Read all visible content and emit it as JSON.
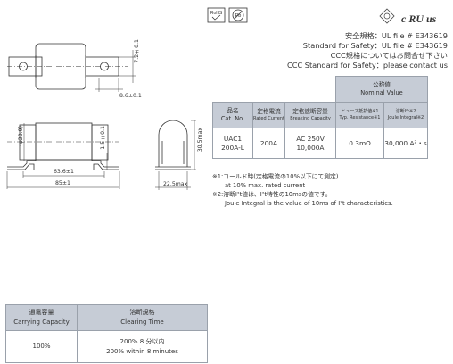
{
  "certifications": {
    "rohs_label": "RoHS",
    "pb_label": "Pb",
    "ul_label": "c RU us"
  },
  "standards": {
    "line1": "安全規格：UL file # E343619",
    "line2": "Standard for Safety：UL file # E343619",
    "line3": "CCC規格についてはお問合せ下さい",
    "line4": "CCC Standard for Safety：please contact us"
  },
  "dimensions": {
    "d_72": "7.2±0.1",
    "d_86": "8.6±0.1",
    "d_phi": "(φ20.9)",
    "d_15": "1.5±0.1",
    "d_636": "63.6±1",
    "d_85": "85±1",
    "d_305": "30.5max",
    "d_225": "22.5max"
  },
  "spec_table": {
    "nominal_jp": "公称値",
    "nominal_en": "Nominal Value",
    "headers": [
      {
        "jp": "品名",
        "en": "Cat. No."
      },
      {
        "jp": "定格電流",
        "en": "Rated Current"
      },
      {
        "jp": "定格遮断容量",
        "en": "Breaking Capacity"
      },
      {
        "jp": "ヒューズ抵抗値※1",
        "en": "Typ. Resistance※1"
      },
      {
        "jp": "溶断I²t※2",
        "en": "Joule Integral※2"
      }
    ],
    "row": {
      "cat_no": "UAC1 200A-L",
      "rated_current": "200A",
      "breaking_1": "AC 250V",
      "breaking_2": "10,000A",
      "resistance": "0.3mΩ",
      "joule": "30,000 A²・s"
    }
  },
  "notes": {
    "n1_jp": "※1:コールド時(定格電流の10%以下にて測定)",
    "n1_en": "at 10% max. rated current",
    "n2_jp": "※2:溶断I²t値は、I²t特性の10msの値です。",
    "n2_en": "Joule Integral is the value of 10ms of I²t characteristics."
  },
  "carry_table": {
    "h1_jp": "通電容量",
    "h1_en": "Carrying Capacity",
    "h2_jp": "溶断規格",
    "h2_en": "Clearing Time",
    "v1": "100%",
    "v2_jp": "200% 8 分以内",
    "v2_en": "200% within 8 minutes"
  }
}
